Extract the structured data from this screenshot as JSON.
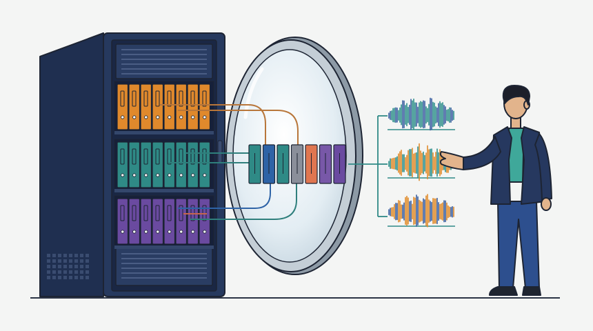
{
  "colors": {
    "background": "#f4f5f4",
    "outline": "#1d2433",
    "server_body": "#26395e",
    "server_dark": "#1a2744",
    "server_side": "#1f2f50",
    "lens_glass": "#dfeaf1",
    "lens_rim": "#b8c2cb",
    "ground": "#2b3445",
    "orange": "#e0892c",
    "teal": "#2f8a86",
    "purple": "#6a4aa0",
    "blue": "#2e63a6",
    "gray": "#8a8f9a",
    "coral": "#e07650",
    "violet": "#7858a8",
    "wave_blue": "#3a5fa0",
    "wave_teal": "#2e8f8a",
    "wave_orange": "#e08a2a",
    "jacket": "#26385f",
    "shirt": "#3fa89a",
    "trousers": "#2d4f8e",
    "skin": "#e2b48c",
    "hair": "#1c1f2a",
    "shoes": "#1f2530"
  },
  "icons": {
    "server": "server-rack-icon",
    "lens": "magnifying-lens-icon",
    "person": "presenter-person-icon"
  },
  "illustration": {
    "shelves": [
      {
        "color_key": "orange",
        "binder_count": 8
      },
      {
        "color_key": "teal",
        "binder_count": 8
      },
      {
        "color_key": "purple",
        "binder_count": 8
      }
    ],
    "lens_blocks": [
      "teal",
      "blue",
      "teal",
      "gray",
      "coral",
      "violet",
      "purple"
    ],
    "waveforms": [
      {
        "colors": [
          "wave_blue",
          "wave_teal"
        ]
      },
      {
        "colors": [
          "wave_teal",
          "wave_orange"
        ]
      },
      {
        "colors": [
          "wave_blue",
          "wave_orange"
        ]
      }
    ]
  }
}
